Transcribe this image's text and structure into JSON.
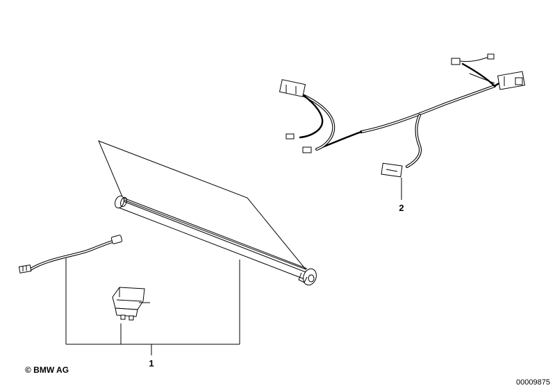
{
  "callouts": [
    {
      "id": "1",
      "text": "1"
    },
    {
      "id": "2",
      "text": "2"
    }
  ],
  "footer": {
    "copyright": "© BMW AG",
    "reference_number": "00009875"
  },
  "colors": {
    "line": "#000000",
    "background": "#ffffff"
  }
}
